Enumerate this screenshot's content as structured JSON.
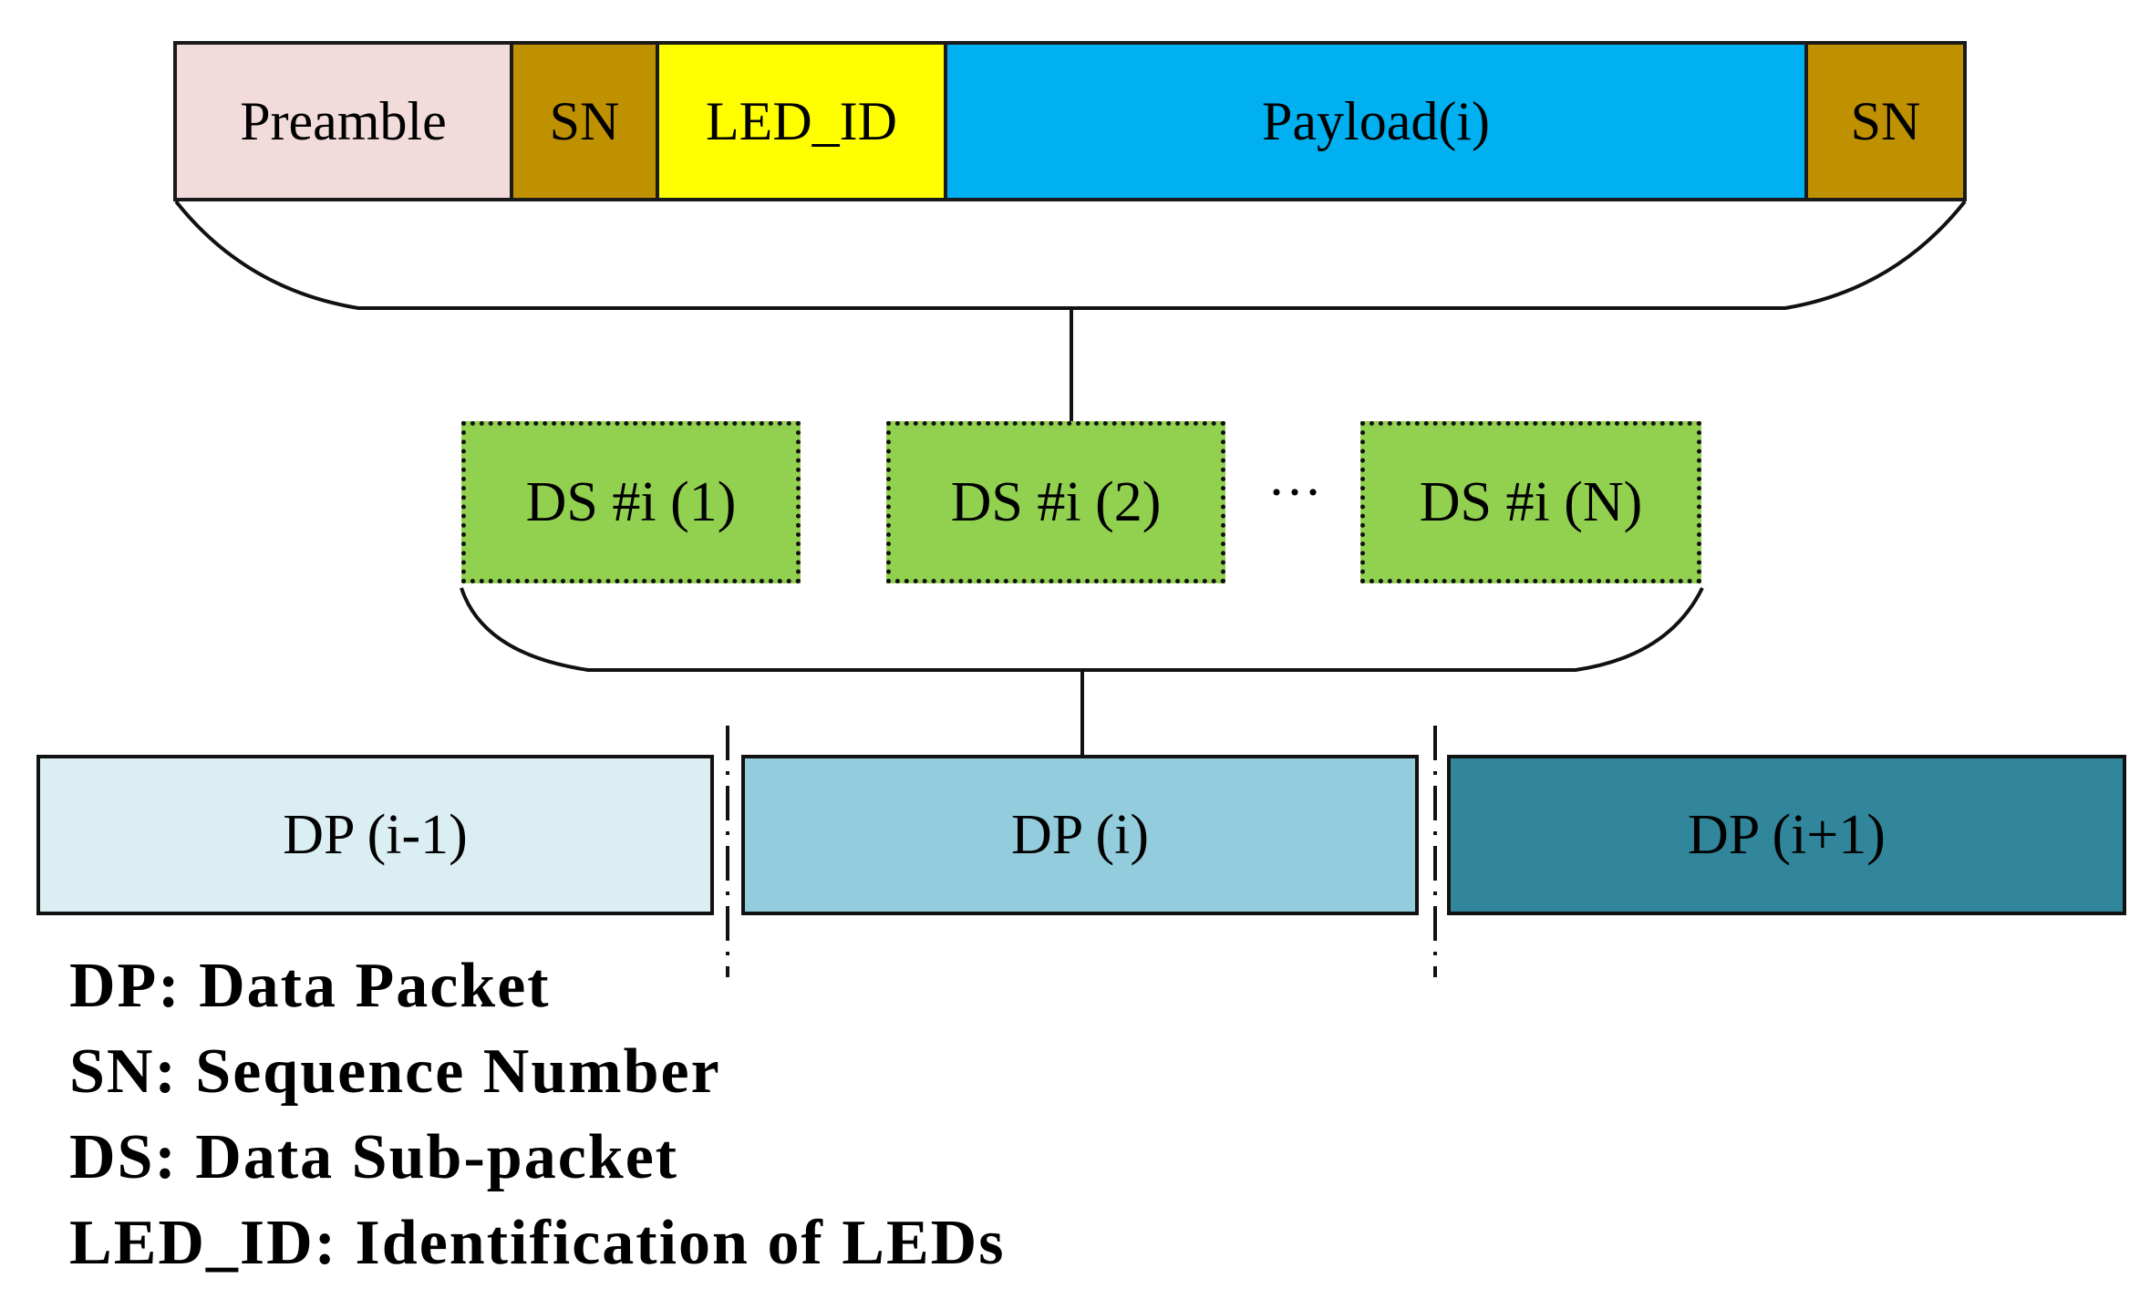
{
  "frame": {
    "fields": [
      {
        "label": "Preamble",
        "color": "#F2DCDB"
      },
      {
        "label": "SN",
        "color": "#BF9000"
      },
      {
        "label": "LED_ID",
        "color": "#FFFF00"
      },
      {
        "label": "Payload(i)",
        "color": "#00B0F0"
      },
      {
        "label": "SN",
        "color": "#BF9000"
      }
    ]
  },
  "sub_packets": {
    "items": [
      "DS #i (1)",
      "DS #i (2)",
      "DS #i (N)"
    ],
    "ellipsis": "···",
    "color": "#92D050"
  },
  "data_packets": [
    {
      "label": "DP (i-1)",
      "color": "#DAEEF3"
    },
    {
      "label": "DP (i)",
      "color": "#93CDDD"
    },
    {
      "label": "DP (i+1)",
      "color": "#31869B"
    }
  ],
  "legend": [
    "DP: Data Packet",
    "SN: Sequence Number",
    "DS: Data Sub-packet",
    "LED_ID: Identification of LEDs"
  ]
}
